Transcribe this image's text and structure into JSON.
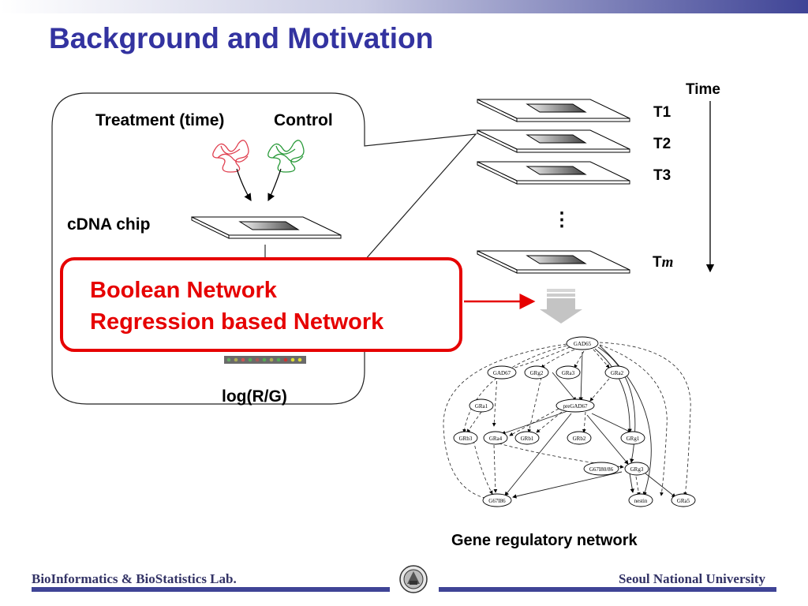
{
  "slide": {
    "title": "Background and Motivation"
  },
  "experiment": {
    "treatment_label": "Treatment (time)",
    "control_label": "Control",
    "chip_label": "cDNA chip",
    "log_label": "log(R/G)"
  },
  "timeline": {
    "axis_label": "Time",
    "points": [
      "T1",
      "T2",
      "T3",
      "T"
    ],
    "last_suffix": "m",
    "ellipsis": "⋮"
  },
  "callout": {
    "line1": "Boolean Network",
    "line2": "Regression based Network"
  },
  "network": {
    "caption": "Gene regulatory network",
    "nodes": [
      "GAD65",
      "GAD67",
      "GRg2",
      "GRa3",
      "GRa2",
      "GRa1",
      "preGAD67",
      "GRb3",
      "GRa4",
      "GRb1",
      "GRb2",
      "GRg1",
      "G67I80/86",
      "GRg3",
      "G67I86",
      "nestin",
      "GRa5"
    ]
  },
  "footer": {
    "left": "BioInformatics & BioStatistics Lab.",
    "right": "Seoul National University"
  },
  "colors": {
    "title": "#3333a0",
    "accent": "#e60000",
    "footer": "#3f4496"
  }
}
